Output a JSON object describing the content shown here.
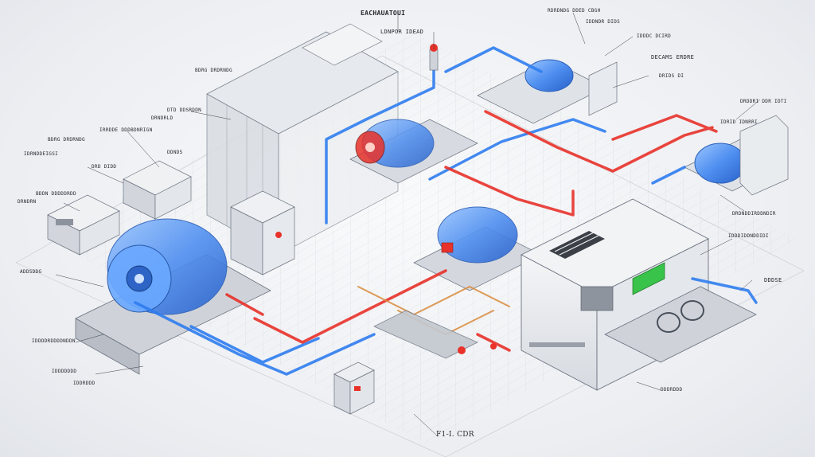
{
  "colors": {
    "cold_pipe": "#2f7df0",
    "hot_pipe": "#e8322a",
    "warm_pipe": "#d98a3a",
    "equipment_outline": "#6b7380",
    "equipment_fill": "#dfe3e8",
    "machine_blue": "#5b9cf5",
    "display_green": "#39c34a",
    "grid": "#b9bec6"
  },
  "labels": {
    "top_center": "EACHAUATOUI",
    "top_center_2": "LDNPOR IDEAD",
    "top_right_1": "RDRDNDG DDED CBGH",
    "top_right_2": "IDDNDR DIDS",
    "top_right_3": "DECAMS ERDRE",
    "top_right_4": "IDDDC DCIRD",
    "top_right_5": "DRIDS DI",
    "right_1": "DRDDRI DDR IDTI",
    "right_2": "IDRID IDNRRI",
    "right_3": "DRDNDDIRDDNDIR",
    "right_4": "IDDDIDDNDDIDI",
    "right_5": "DDDSE",
    "left_1": "BDRG DRDRNDG",
    "left_2": "DTD DDSRDDN",
    "left_3": "IRRDDE DDDBDNRIGN",
    "left_4": "BDRG DRDRNDG",
    "left_5": "DDNDS",
    "left_6": "IDRNDDEIGSI",
    "left_7": "DRD DIDD",
    "left_8": "DRNDRN",
    "left_9": "BDDN DDDDDRDD",
    "left_10": "ADDSDDG",
    "left_11": "DRNDRLD",
    "bottom_left_1": "IDDDDRDDDDNDDN",
    "bottom_left_2": "IDDDDDDD",
    "bottom_left_3": "IDDRDDD",
    "bottom_center": "F1-I. CDR",
    "bottom_right": "DDDRDDD"
  }
}
